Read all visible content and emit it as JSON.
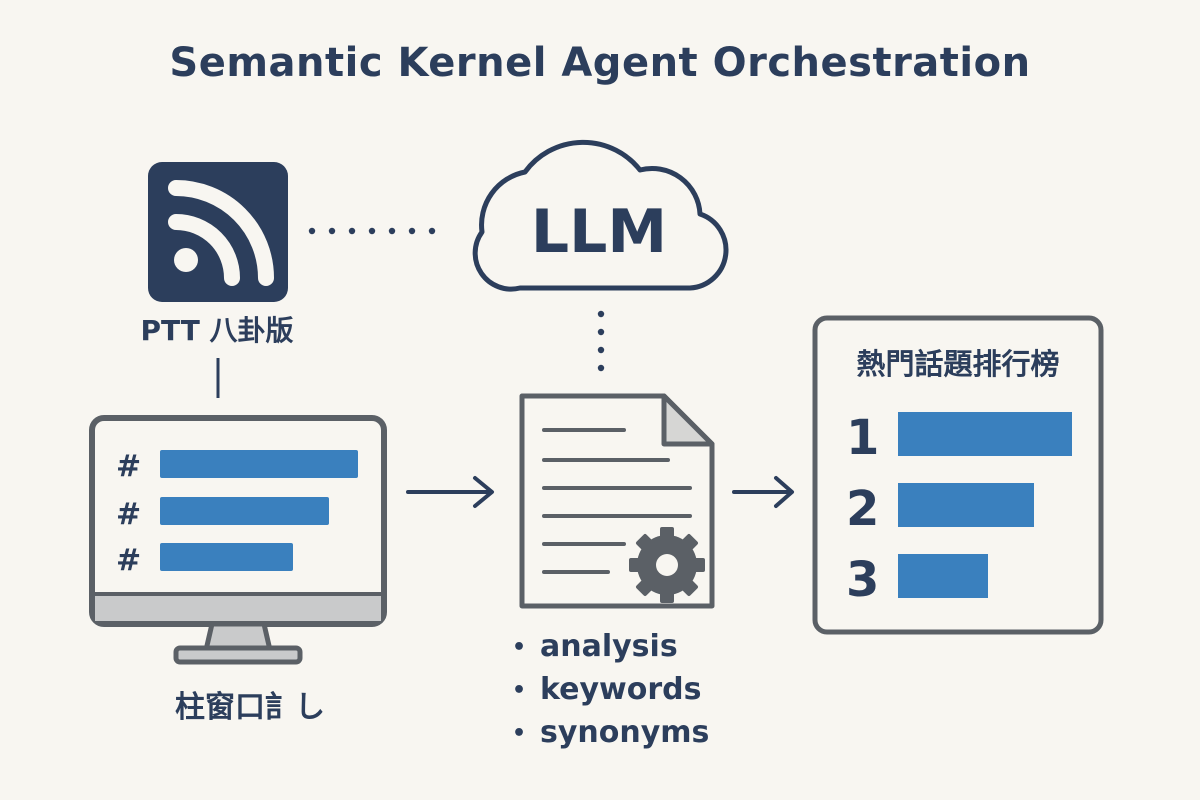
{
  "title": "Semantic Kernel Agent Orchestration",
  "source": {
    "label": "PTT 八卦版",
    "icon": "rss-feed-icon"
  },
  "llm": {
    "label": "LLM",
    "icon": "cloud-icon"
  },
  "computer": {
    "label": "柱窗口訁し",
    "icon": "desktop-monitor-icon",
    "items": [
      {
        "marker": "#"
      },
      {
        "marker": "#"
      },
      {
        "marker": "#"
      }
    ]
  },
  "document": {
    "icon": "document-gear-icon",
    "tasks": [
      "analysis",
      "keywords",
      "synonyms"
    ],
    "bullet": "•"
  },
  "ranking": {
    "title": "熱門話題排行榜",
    "ranks": [
      {
        "rank": "1",
        "level": 1.0
      },
      {
        "rank": "2",
        "level": 0.78
      },
      {
        "rank": "3",
        "level": 0.52
      }
    ]
  },
  "colors": {
    "navy": "#2c3e5c",
    "accent_blue": "#3a80be",
    "gray_outline": "#5b6066",
    "background": "#f8f6f1"
  }
}
